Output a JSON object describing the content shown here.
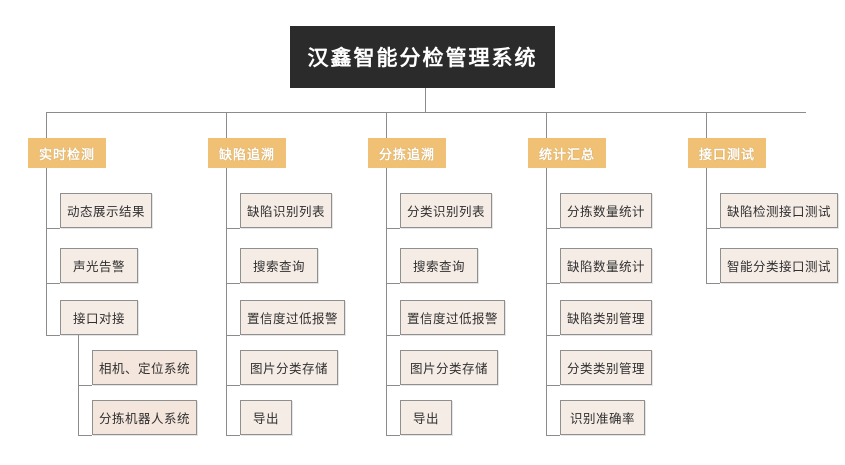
{
  "diagram": {
    "type": "tree",
    "title": "汉鑫智能分检管理系统",
    "background_color": "#ffffff",
    "line_color": "#8c8c8c",
    "root": {
      "label": "汉鑫智能分检管理系统",
      "fill": "#2b2b2b",
      "text_color": "#ffffff"
    },
    "level2_fill": "#f0c175",
    "level2_text_color": "#ffffff",
    "level3_fill": "#f6ece6",
    "level4_fill": "#f5e6dd",
    "level3_border": "#8f8f8f",
    "branches": [
      {
        "label": "实时检测",
        "children": [
          {
            "label": "动态展示结果",
            "children": []
          },
          {
            "label": "声光告警",
            "children": []
          },
          {
            "label": "接口对接",
            "children": [
              {
                "label": "相机、定位系统"
              },
              {
                "label": "分拣机器人系统"
              }
            ]
          }
        ]
      },
      {
        "label": "缺陷追溯",
        "children": [
          {
            "label": "缺陷识别列表",
            "children": []
          },
          {
            "label": "搜索查询",
            "children": []
          },
          {
            "label": "置信度过低报警",
            "children": []
          },
          {
            "label": "图片分类存储",
            "children": []
          },
          {
            "label": "导出",
            "children": []
          }
        ]
      },
      {
        "label": "分拣追溯",
        "children": [
          {
            "label": "分类识别列表",
            "children": []
          },
          {
            "label": "搜索查询",
            "children": []
          },
          {
            "label": "置信度过低报警",
            "children": []
          },
          {
            "label": "图片分类存储",
            "children": []
          },
          {
            "label": "导出",
            "children": []
          }
        ]
      },
      {
        "label": "统计汇总",
        "children": [
          {
            "label": "分拣数量统计",
            "children": []
          },
          {
            "label": "缺陷数量统计",
            "children": []
          },
          {
            "label": "缺陷类别管理",
            "children": []
          },
          {
            "label": "分类类别管理",
            "children": []
          },
          {
            "label": "识别准确率",
            "children": []
          }
        ]
      },
      {
        "label": "接口测试",
        "children": [
          {
            "label": "缺陷检测接口测试",
            "children": []
          },
          {
            "label": "智能分类接口测试",
            "children": []
          }
        ]
      }
    ]
  }
}
